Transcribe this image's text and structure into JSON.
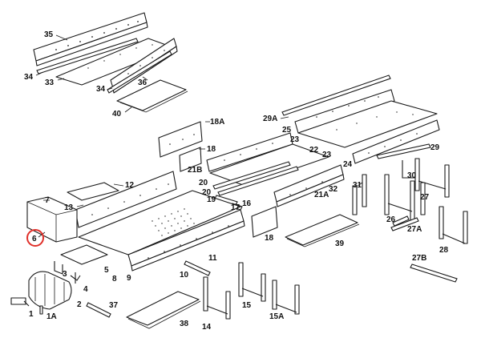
{
  "highlight_color": "#e0302a",
  "line_color": "#1a1a1a",
  "labels": {
    "p35": "35",
    "p34a": "34",
    "p33": "33",
    "p34b": "34",
    "p36": "36",
    "p40": "40",
    "p18a": "18A",
    "p18": "18",
    "p21b": "21B",
    "p29a": "29A",
    "p25": "25",
    "p23a": "23",
    "p23b": "23",
    "p22": "22",
    "p24": "24",
    "p29": "29",
    "p12": "12",
    "p13": "13",
    "p7": "7",
    "p6": "6",
    "p20a": "20",
    "p20b": "20",
    "p19": "19",
    "p17": "17",
    "p16": "16",
    "p21a": "21A",
    "p31": "31",
    "p32": "32",
    "p30": "30",
    "p27": "27",
    "p26": "26",
    "p27a": "27A",
    "p18c": "18",
    "p39": "39",
    "p28": "28",
    "p27b": "27B",
    "p9": "9",
    "p8": "8",
    "p11": "11",
    "p5": "5",
    "p10": "10",
    "p3": "3",
    "p4": "4",
    "p2": "2",
    "p37": "37",
    "p1": "1",
    "p1a": "1A",
    "p38": "38",
    "p14": "14",
    "p15": "15",
    "p15a": "15A"
  }
}
